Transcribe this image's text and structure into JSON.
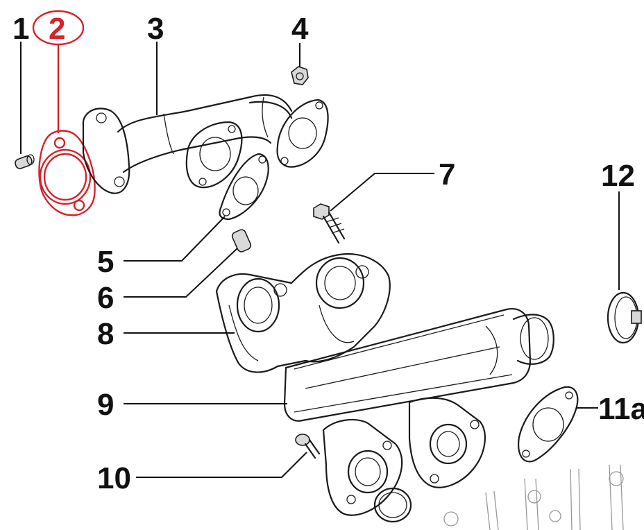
{
  "labels": {
    "l1": "1",
    "l2": "2",
    "l3": "3",
    "l4": "4",
    "l5": "5",
    "l6": "6",
    "l7": "7",
    "l8": "8",
    "l9": "9",
    "l10": "10",
    "l11a": "11a",
    "l12": "12"
  },
  "highlight": {
    "part_label": "2",
    "color": "#d6222a"
  },
  "colors": {
    "line": "#1a1a1a",
    "highlight": "#d6222a",
    "shade": "#d9d9d9"
  }
}
